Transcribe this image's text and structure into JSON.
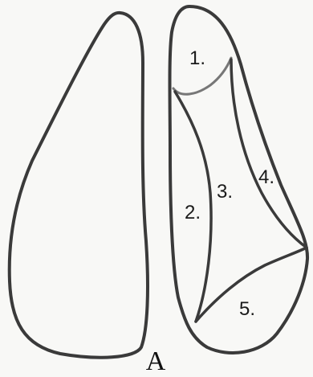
{
  "figure": {
    "caption": "A",
    "segments": [
      {
        "id": "1",
        "label": "1."
      },
      {
        "id": "2",
        "label": "2."
      },
      {
        "id": "3",
        "label": "3."
      },
      {
        "id": "4",
        "label": "4."
      },
      {
        "id": "5",
        "label": "5."
      }
    ]
  }
}
